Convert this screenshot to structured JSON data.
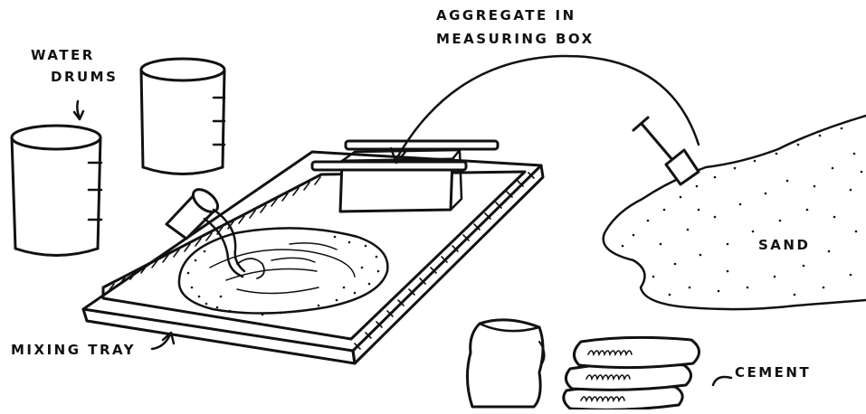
{
  "labels": {
    "water_drums_line1": "WATER",
    "water_drums_line2": "DRUMS",
    "aggregate_line1": "AGGREGATE IN",
    "aggregate_line2": "MEASURING BOX",
    "sand": "SAND",
    "mixing_tray": "MIXING TRAY",
    "cement": "CEMENT"
  },
  "colors": {
    "ink": "#111111",
    "paper": "#ffffff"
  }
}
